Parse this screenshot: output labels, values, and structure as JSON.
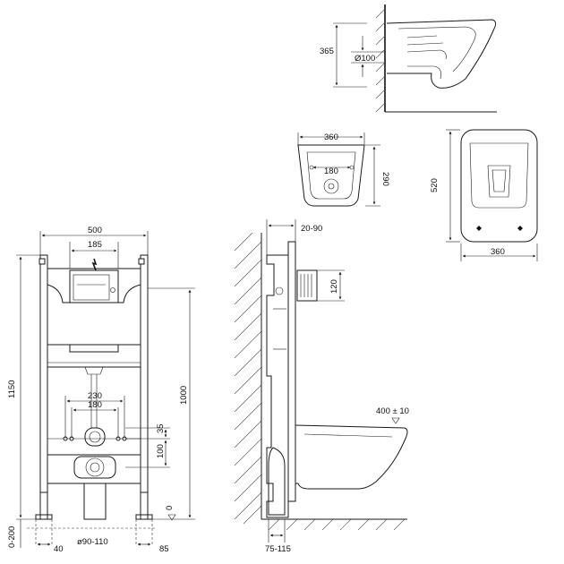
{
  "dimensions": {
    "side_height_365": "365",
    "side_pipe_dia": "Ø100",
    "front_width_360": "360",
    "front_hole_spacing": "180",
    "front_depth_290": "290",
    "top_length_520": "520",
    "top_width_360": "360",
    "frame_width_500": "500",
    "frame_185": "185",
    "frame_height_1150": "1150",
    "frame_height_1000": "1000",
    "frame_230": "230",
    "frame_180": "180",
    "frame_35": "35",
    "frame_100": "100",
    "frame_zero": "0",
    "frame_feet_range": "0-200",
    "frame_foot_40": "40",
    "frame_drain_dia": "ø90-110",
    "frame_foot_85": "85",
    "wall_gap": "20-90",
    "wall_120": "120",
    "bowl_height": "400 ± 10",
    "wall_bottom": "75-115"
  }
}
